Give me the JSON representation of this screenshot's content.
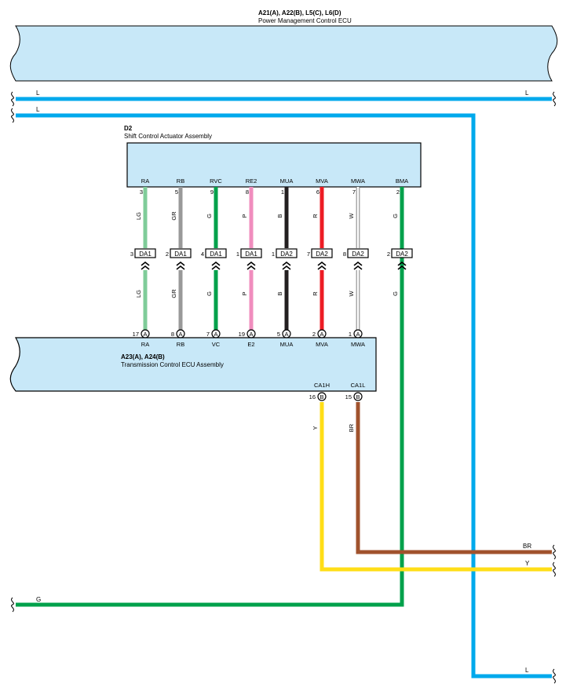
{
  "ecus": {
    "pm": {
      "code": "A21(A), A22(B), L5(C), L6(D)",
      "name": "Power Management Control ECU"
    },
    "sca": {
      "code": "D2",
      "name": "Shift Control Actuator Assembly"
    },
    "tcu": {
      "code": "A23(A), A24(B)",
      "name": "Transmission Control ECU Assembly"
    }
  },
  "colors": {
    "LG": "#7fcc99",
    "GR": "#999999",
    "G": "#00a14b",
    "P": "#f08dbe",
    "B": "#231f20",
    "R": "#ed1c24",
    "W": "#ffffff",
    "L": "#00a9ec",
    "Y": "#ffde17",
    "BR": "#a0522d",
    "ecu_fill": "#c8e8f8"
  },
  "wires": [
    {
      "top_terminal": "RA",
      "top_pin": "3",
      "color": "LG",
      "conn_pin": "3",
      "conn": "DA1",
      "bottom_pin": "17",
      "bottom_conn": "A",
      "bottom_terminal": "RA"
    },
    {
      "top_terminal": "RB",
      "top_pin": "5",
      "color": "GR",
      "conn_pin": "2",
      "conn": "DA1",
      "bottom_pin": "8",
      "bottom_conn": "A",
      "bottom_terminal": "RB"
    },
    {
      "top_terminal": "RVC",
      "top_pin": "9",
      "color": "G",
      "conn_pin": "4",
      "conn": "DA1",
      "bottom_pin": "7",
      "bottom_conn": "A",
      "bottom_terminal": "VC"
    },
    {
      "top_terminal": "RE2",
      "top_pin": "8",
      "color": "P",
      "conn_pin": "1",
      "conn": "DA1",
      "bottom_pin": "19",
      "bottom_conn": "A",
      "bottom_terminal": "E2"
    },
    {
      "top_terminal": "MUA",
      "top_pin": "1",
      "color": "B",
      "conn_pin": "1",
      "conn": "DA2",
      "bottom_pin": "5",
      "bottom_conn": "A",
      "bottom_terminal": "MUA"
    },
    {
      "top_terminal": "MVA",
      "top_pin": "6",
      "color": "R",
      "conn_pin": "7",
      "conn": "DA2",
      "bottom_pin": "2",
      "bottom_conn": "A",
      "bottom_terminal": "MVA"
    },
    {
      "top_terminal": "MWA",
      "top_pin": "7",
      "color": "W",
      "conn_pin": "8",
      "conn": "DA2",
      "bottom_pin": "1",
      "bottom_conn": "A",
      "bottom_terminal": "MWA"
    },
    {
      "top_terminal": "BMA",
      "top_pin": "2",
      "color": "G",
      "conn_pin": "2",
      "conn": "DA2"
    }
  ],
  "can": [
    {
      "terminal": "CA1H",
      "pin": "16",
      "conn": "B",
      "color": "Y"
    },
    {
      "terminal": "CA1L",
      "pin": "15",
      "conn": "B",
      "color": "BR"
    }
  ],
  "harness_labels": {
    "l_top": "L",
    "l_top_right": "L",
    "l_second": "L",
    "l_bottom_right": "L",
    "br_right": "BR",
    "y_right": "Y",
    "g_left": "G"
  }
}
